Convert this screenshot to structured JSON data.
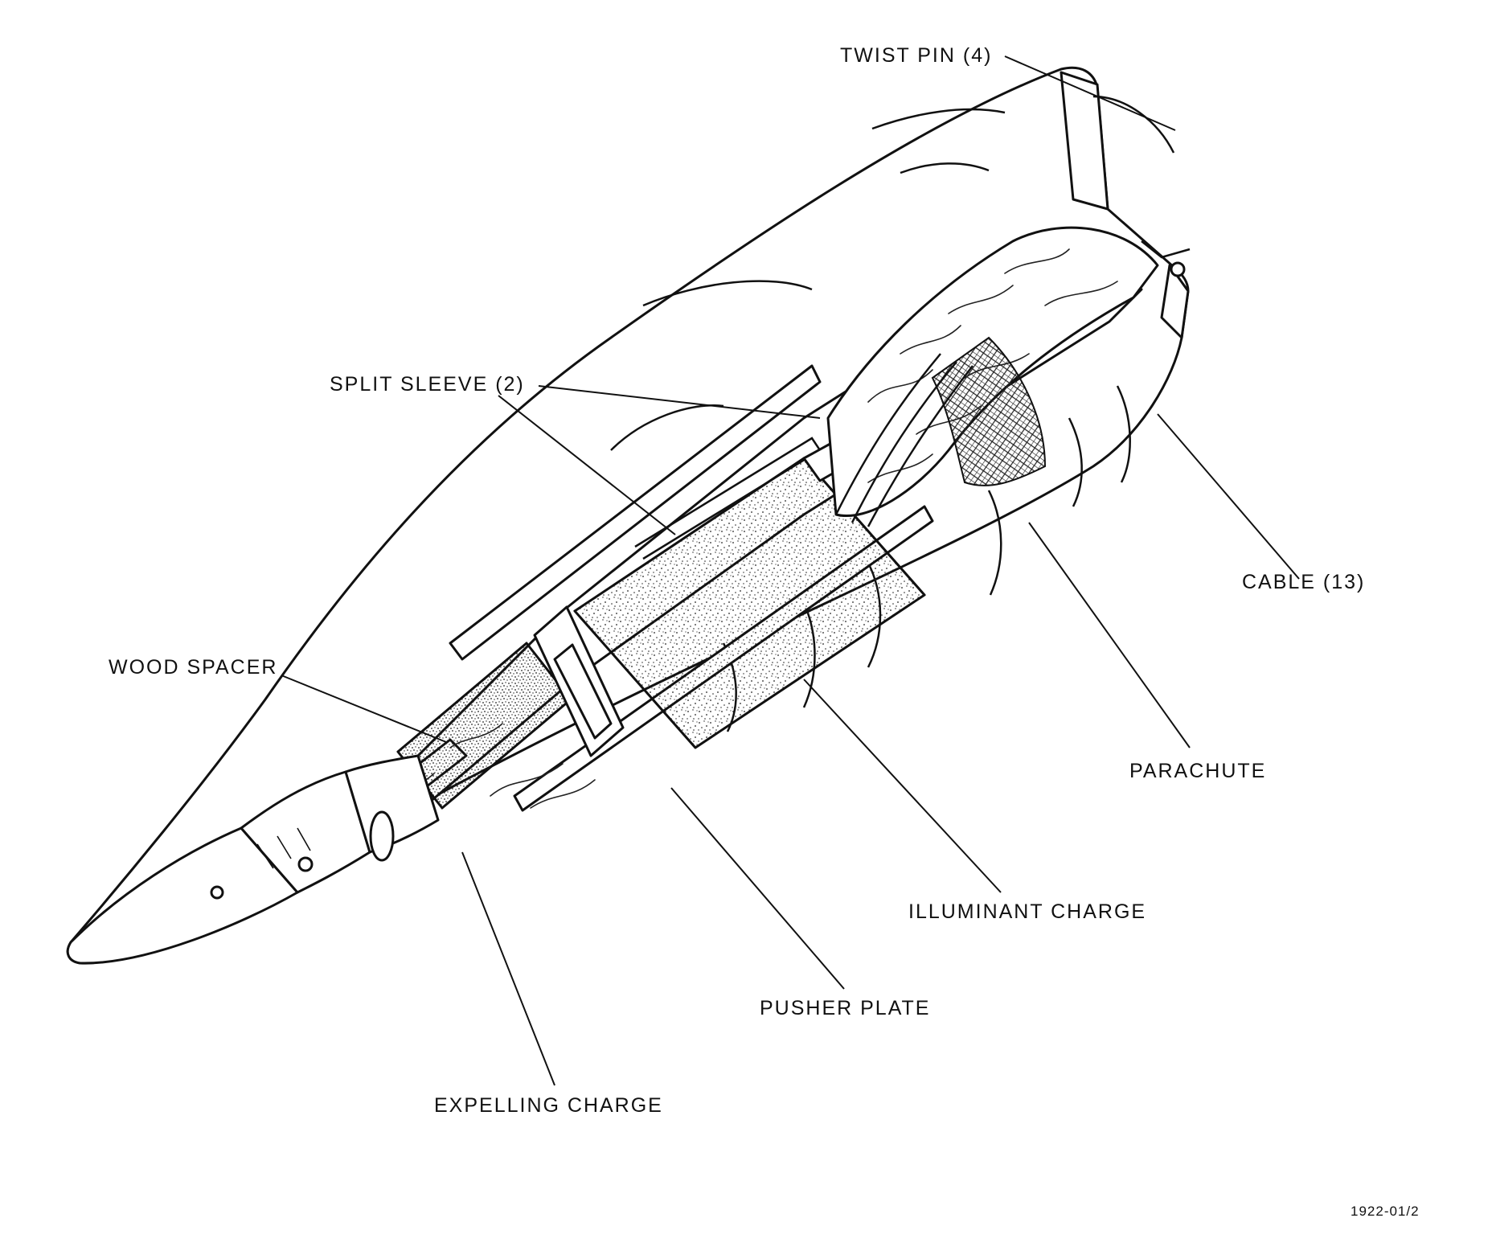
{
  "labels": {
    "twist_pin": "TWIST PIN (4)",
    "split_sleeve": "SPLIT SLEEVE (2)",
    "cable": "CABLE (13)",
    "wood_spacer": "WOOD SPACER",
    "parachute": "PARACHUTE",
    "illuminant_charge": "ILLUMINANT CHARGE",
    "pusher_plate": "PUSHER PLATE",
    "expelling_charge": "EXPELLING CHARGE"
  },
  "figure_code": "1922-01/2",
  "colors": {
    "ink": "#111111",
    "paper": "#ffffff"
  }
}
